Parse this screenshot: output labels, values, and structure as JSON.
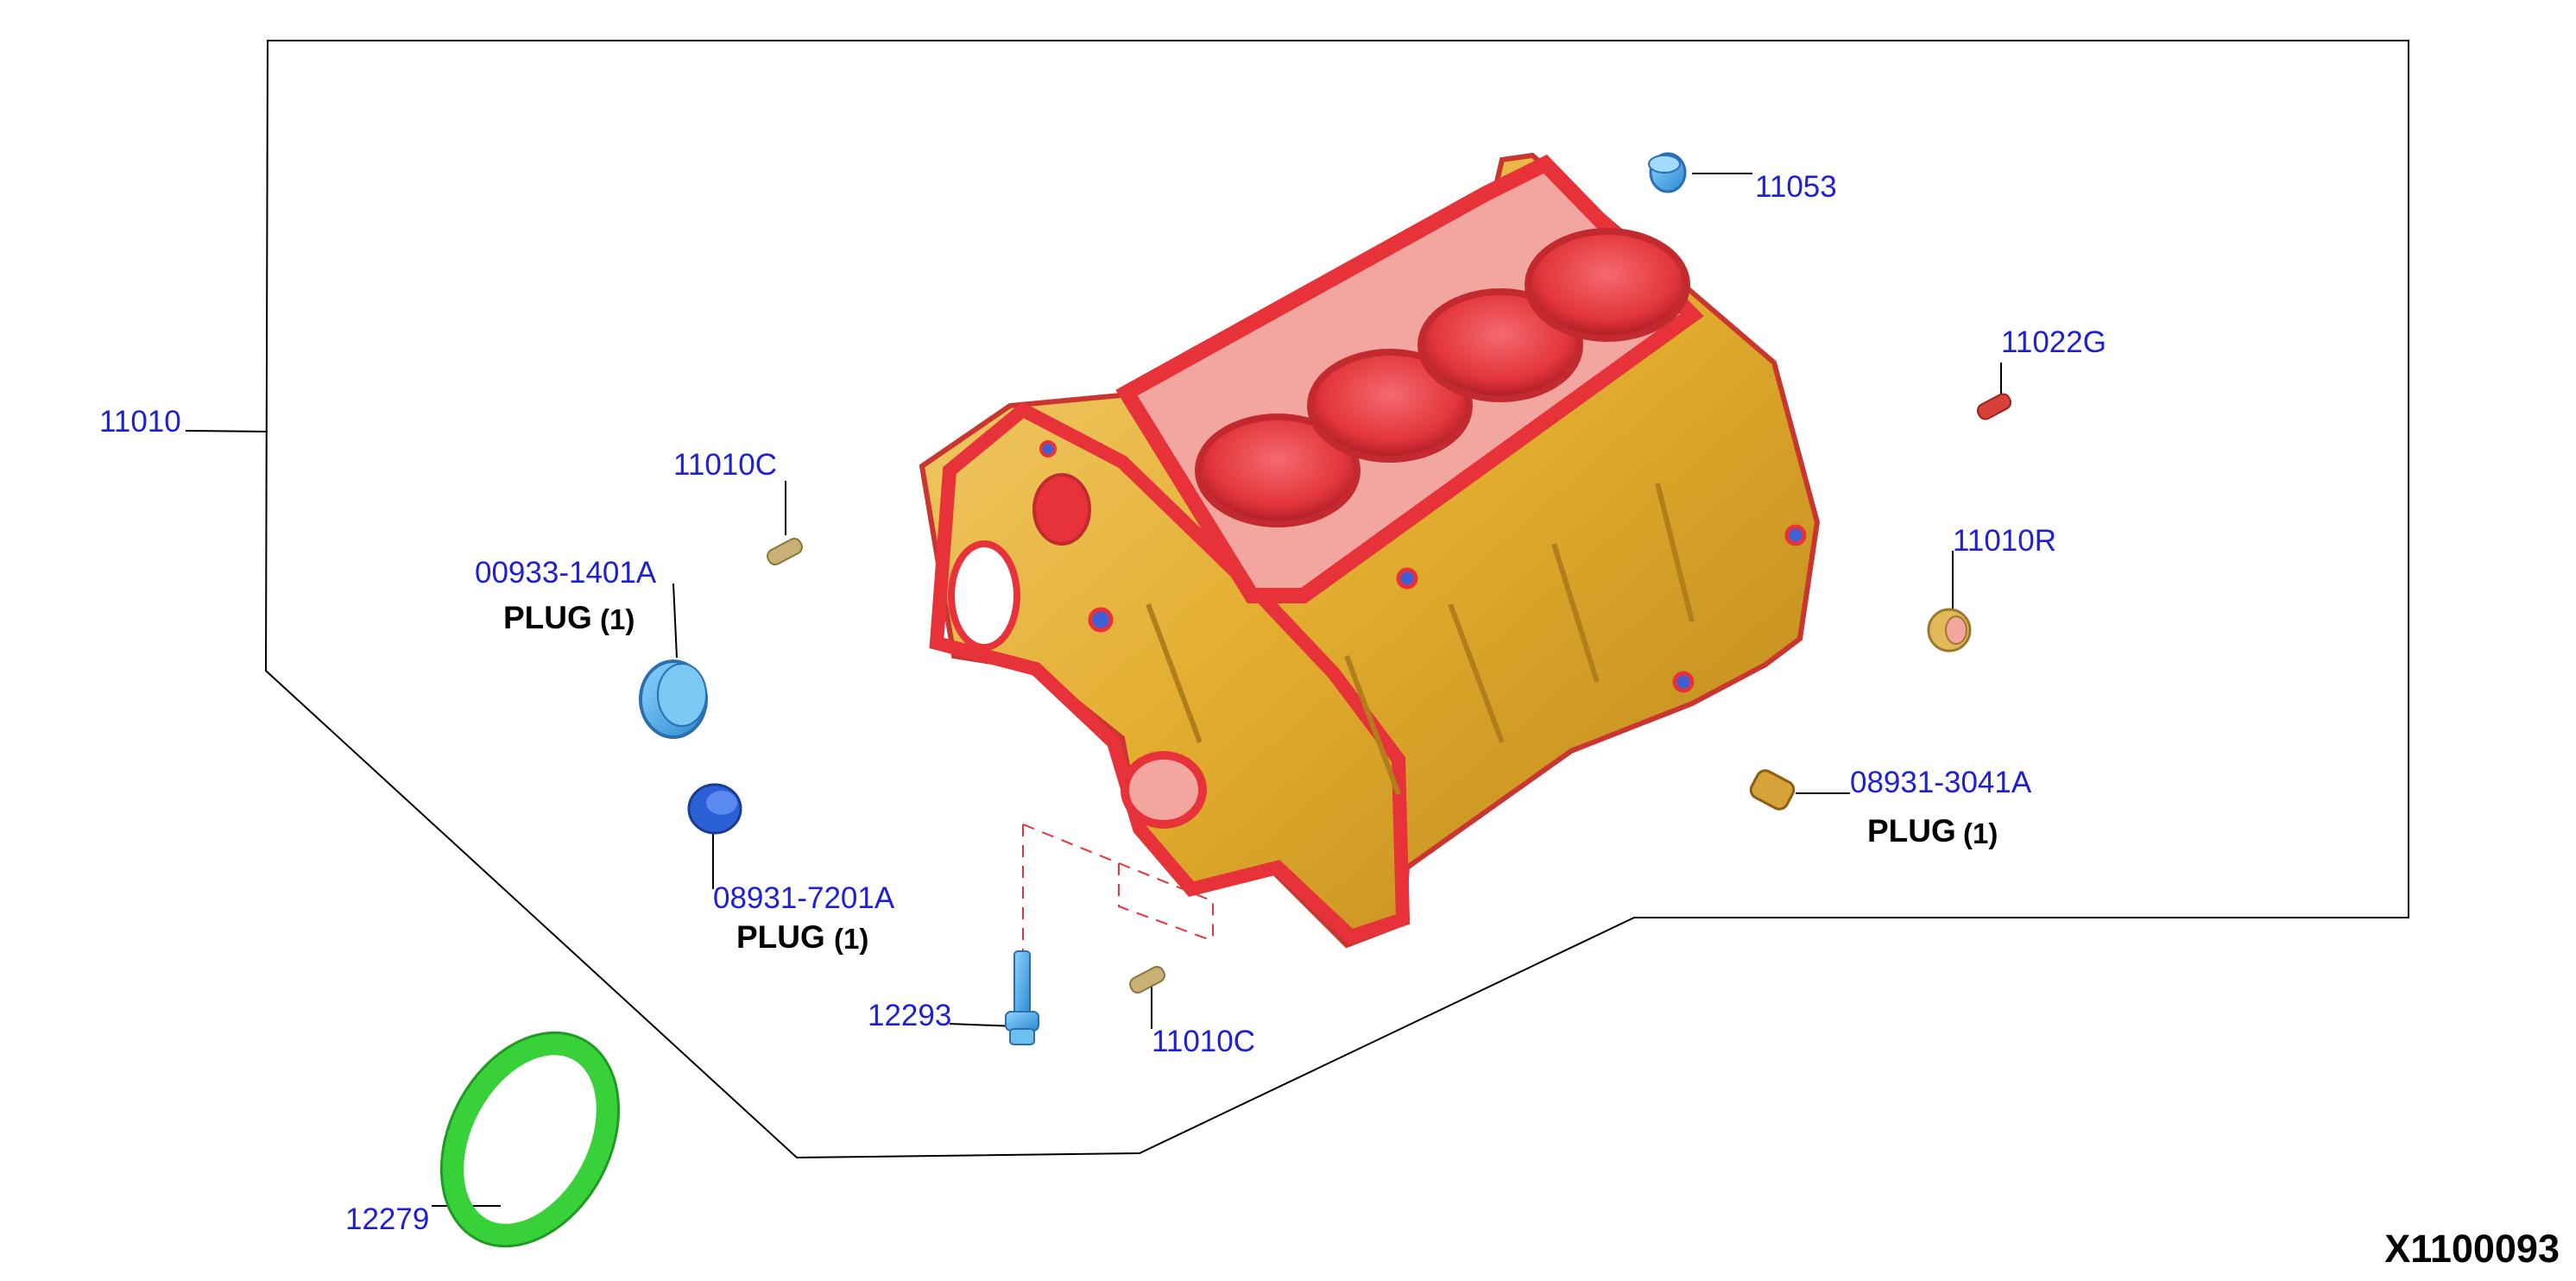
{
  "figure_id": "X1100093",
  "callouts": {
    "c11010": "11010",
    "c11053": "11053",
    "c11022g": "11022G",
    "c11010c_top": "11010C",
    "c11010r": "11010R",
    "c00933": "00933-1401A",
    "c08931_3041": "08931-3041A",
    "c08931_7201": "08931-7201A",
    "c12293": "12293",
    "c11010c_bottom": "11010C",
    "c12279": "12279"
  },
  "plug_labels": {
    "p00933": {
      "text": "PLUG",
      "qty": "(1)"
    },
    "p08931_3041": {
      "text": "PLUG",
      "qty": "(1)"
    },
    "p08931_7201": {
      "text": "PLUG",
      "qty": "(1)"
    }
  },
  "colors": {
    "callout_text": "#1f1fd6",
    "block_deck": "#e8323a",
    "block_body": "#e8b332",
    "plug_blue": "#3fa7e8",
    "plug_dark_blue": "#2a5fd6",
    "seal_green": "#38d13a",
    "pin_tan": "#c9b074",
    "plug_orange": "#d8a23a",
    "pin_red": "#d8403a"
  }
}
